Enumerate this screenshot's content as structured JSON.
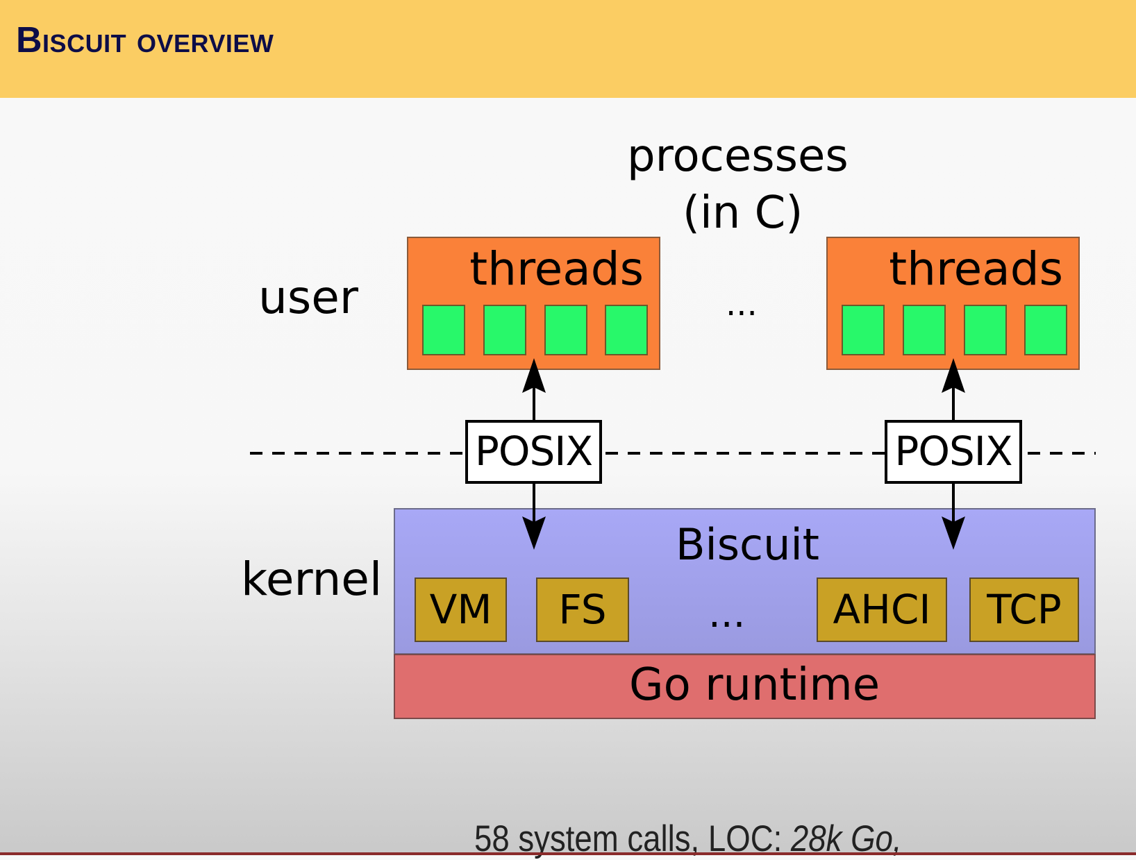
{
  "slide": {
    "title_first": "Biscuit",
    "title_rest": " overview",
    "colors": {
      "header": "#fbcd63",
      "title_text": "#0d0d48",
      "threads_box": "#fa8139",
      "thread": "#28f86a",
      "biscuit_layer": "#a8a8f6",
      "module": "#c9a125",
      "go_runtime": "#df6e6e"
    }
  },
  "diagram": {
    "processes_label": "processes",
    "processes_sublabel": "(in C)",
    "user_label": "user",
    "kernel_label": "kernel",
    "process_groups": [
      {
        "label": "threads",
        "thread_count": 4
      },
      {
        "label": "threads",
        "thread_count": 4
      }
    ],
    "processes_ellipsis": "...",
    "posix_labels": [
      "POSIX",
      "POSIX"
    ],
    "kernel_layer_label": "Biscuit",
    "modules": [
      "VM",
      "FS",
      "AHCI",
      "TCP"
    ],
    "modules_ellipsis": "...",
    "runtime_label": "Go runtime"
  },
  "footer": {
    "text_plain": "58 system calls, LOC: ",
    "text_italic": "28k Go,"
  }
}
